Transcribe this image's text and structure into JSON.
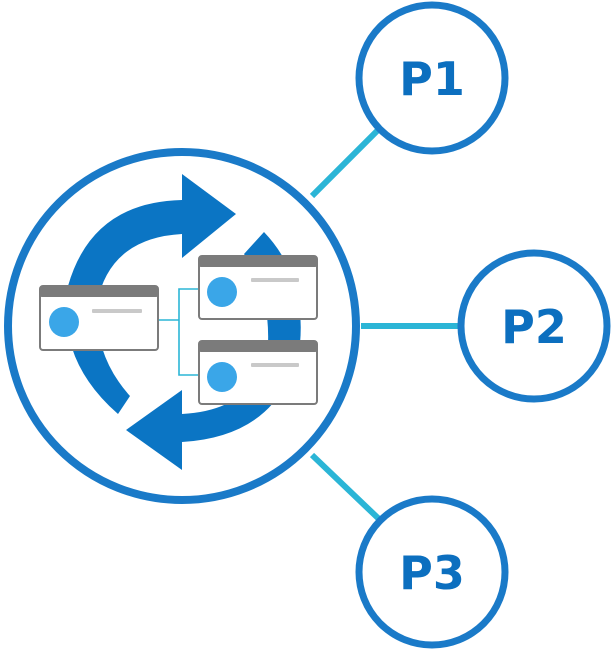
{
  "diagram": {
    "colors": {
      "ring_blue": "#1a7ac8",
      "arrow_blue": "#0b75c4",
      "connector_teal": "#2bb5d6",
      "card_frame": "#7b7b7b",
      "card_bar": "#7b7b7b",
      "card_dot": "#3aa6e8",
      "card_line": "#c9c9c9",
      "label_blue": "#0c6fbf"
    },
    "hub": {
      "icon": "sync-cycle-icon",
      "cards": [
        "source-card",
        "target-card-1",
        "target-card-2"
      ]
    },
    "nodes": [
      {
        "id": "p1",
        "label": "P1"
      },
      {
        "id": "p2",
        "label": "P2"
      },
      {
        "id": "p3",
        "label": "P3"
      }
    ]
  }
}
